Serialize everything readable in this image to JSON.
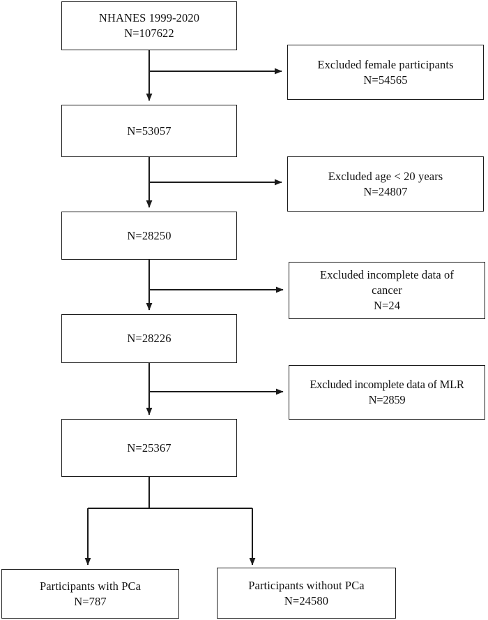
{
  "diagram": {
    "type": "participant-selection-flowchart",
    "title_box": {
      "id": "source-cohort",
      "lines": [
        "NHANES 1999-2020",
        "N=107622"
      ],
      "line1": "NHANES 1999-2020",
      "line2": "N=107622",
      "count": 107622
    },
    "stages": [
      {
        "id": "stage-after-female-exclusion",
        "label": "N=53057",
        "count": 53057
      },
      {
        "id": "stage-after-age-exclusion",
        "label": "N=28250",
        "count": 28250
      },
      {
        "id": "stage-after-cancer-data-exclusion",
        "label": "N=28226",
        "count": 28226
      },
      {
        "id": "stage-final-analytic-sample",
        "label": "N=25367",
        "count": 25367
      }
    ],
    "exclusions": [
      {
        "id": "exclusion-female",
        "line1": "Excluded female participants",
        "line2": "N=54565",
        "count": 54565
      },
      {
        "id": "exclusion-age",
        "line1": "Excluded age < 20 years",
        "line2": "N=24807",
        "count": 24807
      },
      {
        "id": "exclusion-cancer-data",
        "line1": "Excluded incomplete data of",
        "line2": "cancer",
        "line3": "N=24",
        "count": 24
      },
      {
        "id": "exclusion-mlr-data",
        "line1": "Excluded incomplete data of MLR",
        "line2": "N=2859",
        "count": 2859
      }
    ],
    "outcomes": [
      {
        "id": "outcome-with-pca",
        "line1": "Participants with PCa",
        "line2": "N=787",
        "count": 787
      },
      {
        "id": "outcome-without-pca",
        "line1": "Participants without PCa",
        "line2": "N=24580",
        "count": 24580
      }
    ],
    "colors": {
      "stroke": "#1b1b1b",
      "text": "#111111",
      "background": "#ffffff"
    }
  }
}
